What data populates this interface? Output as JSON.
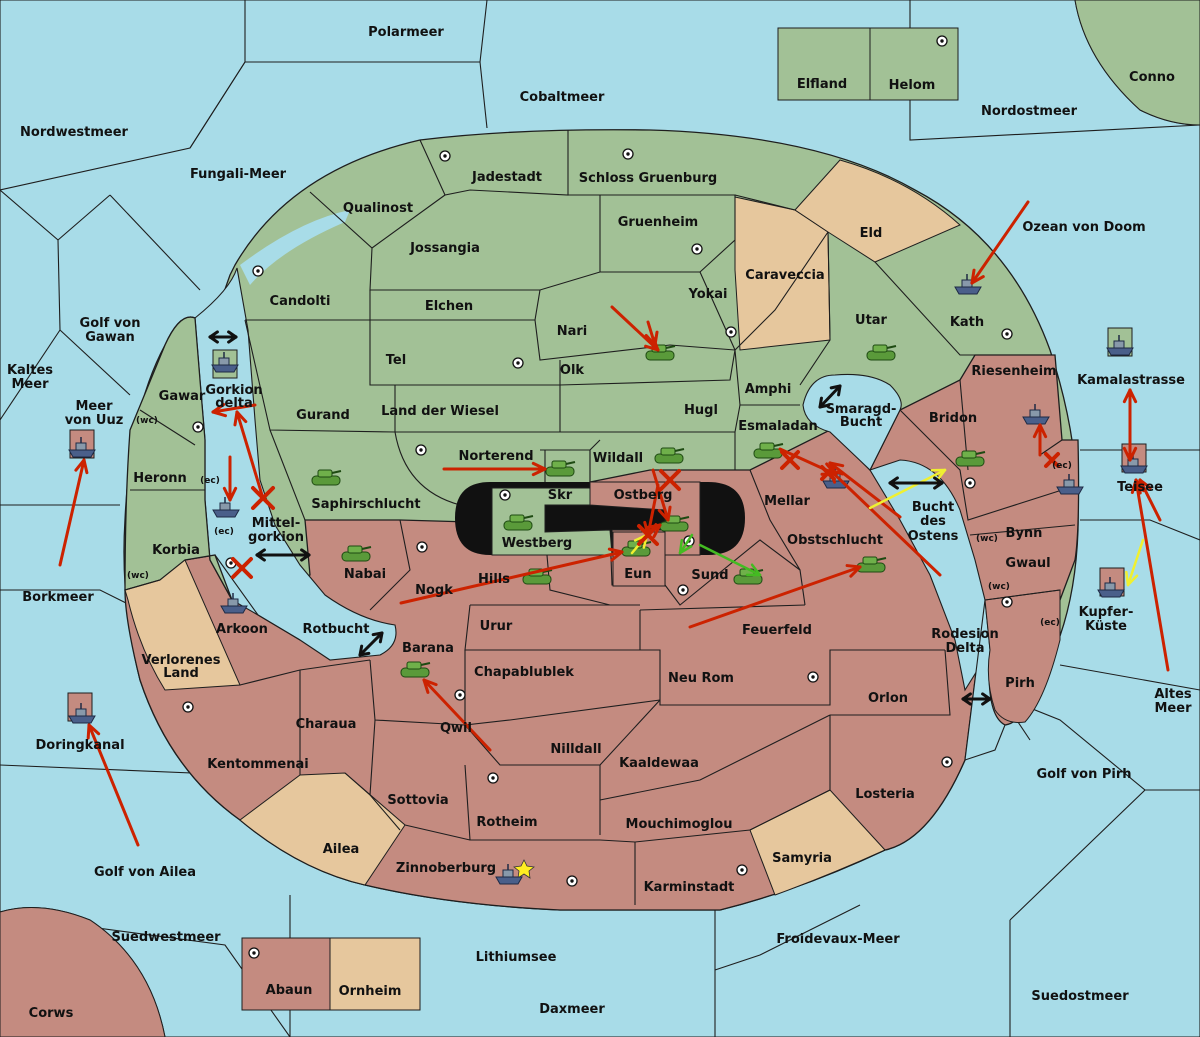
{
  "colors": {
    "sea": "#a8dce8",
    "green": "#a2c196",
    "red": "#c48b80",
    "tan": "#e6c79d",
    "border": "#1e1e1e",
    "move_red": "#cc2200",
    "move_yellow": "#f0f030",
    "move_green": "#44bb22"
  },
  "sea_labels": {
    "polarmeer": "Polarmeer",
    "cobaltmeer": "Cobaltmeer",
    "nordwestmeer": "Nordwestmeer",
    "fungali": "Fungali-Meer",
    "nordostmeer": "Nordostmeer",
    "conno": "Conno",
    "ozean_von_doom": "Ozean von Doom",
    "golf_von_gawan_1": "Golf von",
    "golf_von_gawan_2": "Gawan",
    "kaltes_meer_1": "Kaltes",
    "kaltes_meer_2": "Meer",
    "meer_von_uuz_1": "Meer",
    "meer_von_uuz_2": "von Uuz",
    "borkmeer": "Borkmeer",
    "doringkanal": "Doringkanal",
    "golf_von_ailea": "Golf von Ailea",
    "suedwestmeer": "Suedwestmeer",
    "corws": "Corws",
    "lithiumsee": "Lithiumsee",
    "daxmeer": "Daxmeer",
    "froidevaux": "Froidevaux-Meer",
    "suedostmeer": "Suedostmeer",
    "golf_von_pirh": "Golf von Pirh",
    "altes_meer_1": "Altes",
    "altes_meer_2": "Meer",
    "kamalastrasse": "Kamalastrasse",
    "kupfer_1": "Kupfer-",
    "kupfer_2": "Küste",
    "teisee": "Teisee",
    "rodesion_1": "Rodesion",
    "rodesion_2": "Delta",
    "rotbucht": "Rotbucht",
    "bucht_1": "Bucht",
    "bucht_2": "des",
    "bucht_3": "Ostens",
    "smaragd_1": "Smaragd-",
    "smaragd_2": "Bucht",
    "gorkion_1": "Gorkion",
    "gorkion_2": "delta",
    "mittel_1": "Mittel-",
    "mittel_2": "gorkion"
  },
  "land_labels": {
    "elfland": "Elfland",
    "helom": "Helom",
    "jadestadt": "Jadestadt",
    "schloss": "Schloss Gruenburg",
    "qualinost": "Qualinost",
    "jossangia": "Jossangia",
    "gruenheim": "Gruenheim",
    "eld": "Eld",
    "caraveccia": "Caraveccia",
    "candolti": "Candolti",
    "elchen": "Elchen",
    "yokai": "Yokai",
    "utar": "Utar",
    "kath": "Kath",
    "nari": "Nari",
    "tel": "Tel",
    "olk": "Olk",
    "amphi": "Amphi",
    "riesenheim": "Riesenheim",
    "gawar": "Gawar",
    "gurand": "Gurand",
    "land_der_wiesel": "Land der Wiesel",
    "hugl": "Hugl",
    "bridon": "Bridon",
    "esmaladan": "Esmaladan",
    "norterend": "Norterend",
    "wildall": "Wildall",
    "heronn": "Heronn",
    "saphir": "Saphirschlucht",
    "skr": "Skr",
    "ostberg": "Ostberg",
    "mellar": "Mellar",
    "westberg": "Westberg",
    "obstschlucht": "Obstschlucht",
    "korbia": "Korbia",
    "nabai": "Nabai",
    "hills": "Hills",
    "eun": "Eun",
    "sund": "Sund",
    "bynn": "Bynn",
    "gwaul": "Gwaul",
    "nogk": "Nogk",
    "arkoon": "Arkoon",
    "urur": "Urur",
    "feuerfeld": "Feuerfeld",
    "verlorenes_1": "Verlorenes",
    "verlorenes_2": "Land",
    "barana": "Barana",
    "chapa": "Chapablublek",
    "neu_rom": "Neu Rom",
    "pirh": "Pirh",
    "orlon": "Orlon",
    "charaua": "Charaua",
    "qwil": "Qwil",
    "nilldall": "Nilldall",
    "kentommenai": "Kentommenai",
    "kaaldewaa": "Kaaldewaa",
    "sottovia": "Sottovia",
    "rotheim": "Rotheim",
    "losteria": "Losteria",
    "mouchi": "Mouchimoglou",
    "ailea": "Ailea",
    "samyria": "Samyria",
    "zinnoberburg": "Zinnoberburg",
    "karminstadt": "Karminstadt",
    "abaun": "Abaun",
    "ornheim": "Ornheim"
  },
  "coast_tags": {
    "wc": "(wc)",
    "ec": "(ec)"
  },
  "units": {
    "army": "army",
    "fleet": "fleet"
  },
  "icons": {
    "supply_center": "supply-dot-icon",
    "capital": "star-icon",
    "convoy": "double-arrow-icon",
    "failed": "x-mark-icon"
  }
}
